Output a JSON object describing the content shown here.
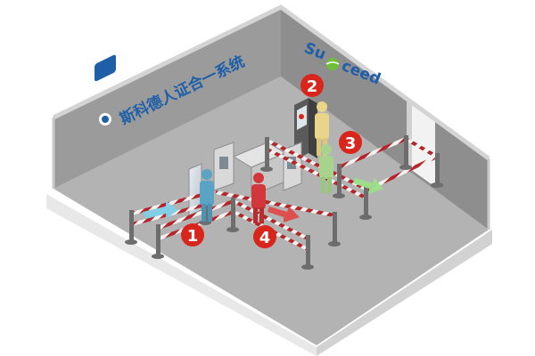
{
  "scene": {
    "left_wall_title": "斯科德人证合一系统",
    "brand_prefix": "Su",
    "brand_suffix": "ceed",
    "colors": {
      "floor": "#b3b3b3",
      "left_wall": "#9a9a9a",
      "right_wall": "#8c8c8c",
      "top_edge": "#cfcfcf",
      "base": "#e2e2e2",
      "brand_blue": "#1f5fa8",
      "marker_red": "#d9261c",
      "rope_red": "#b5262a",
      "rope_white": "#f2f2f2",
      "person_blue": "#5ba3c4",
      "person_yellow": "#e9d58a",
      "person_green": "#a7d38c",
      "person_red": "#d2373b",
      "arrow_cyan": "#7fd0e8",
      "arrow_green": "#9be08a",
      "arrow_red": "#e04a4a"
    }
  },
  "markers": [
    {
      "id": "1",
      "label": "1"
    },
    {
      "id": "2",
      "label": "2"
    },
    {
      "id": "3",
      "label": "3"
    },
    {
      "id": "4",
      "label": "4"
    }
  ]
}
